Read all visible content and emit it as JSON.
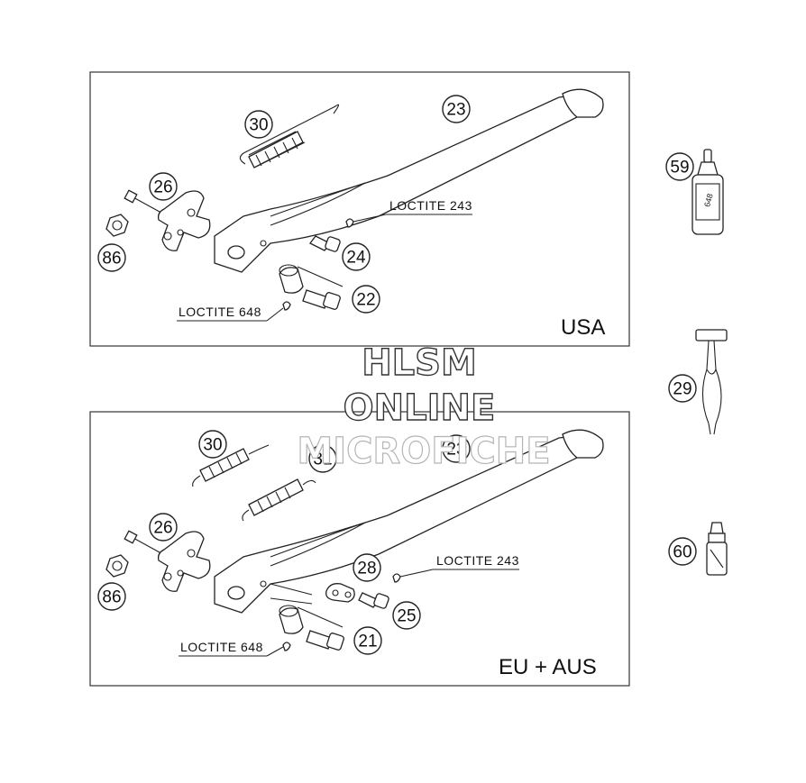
{
  "panels": {
    "usa": {
      "label": "USA",
      "loctite_a": "LOCTITE 243",
      "loctite_b": "LOCTITE 648",
      "callouts": [
        "30",
        "23",
        "26",
        "86",
        "24",
        "22"
      ]
    },
    "eu": {
      "label": "EU + AUS",
      "loctite_a": "LOCTITE 243",
      "loctite_b": "LOCTITE 648",
      "callouts": [
        "30",
        "31",
        "23",
        "26",
        "86",
        "28",
        "25",
        "21"
      ]
    }
  },
  "side_parts": [
    "59",
    "29",
    "60"
  ],
  "bottle_label": "648",
  "watermark": {
    "line1": "HLSM",
    "line2": "ONLINE",
    "line3": "MICROFICHE"
  }
}
